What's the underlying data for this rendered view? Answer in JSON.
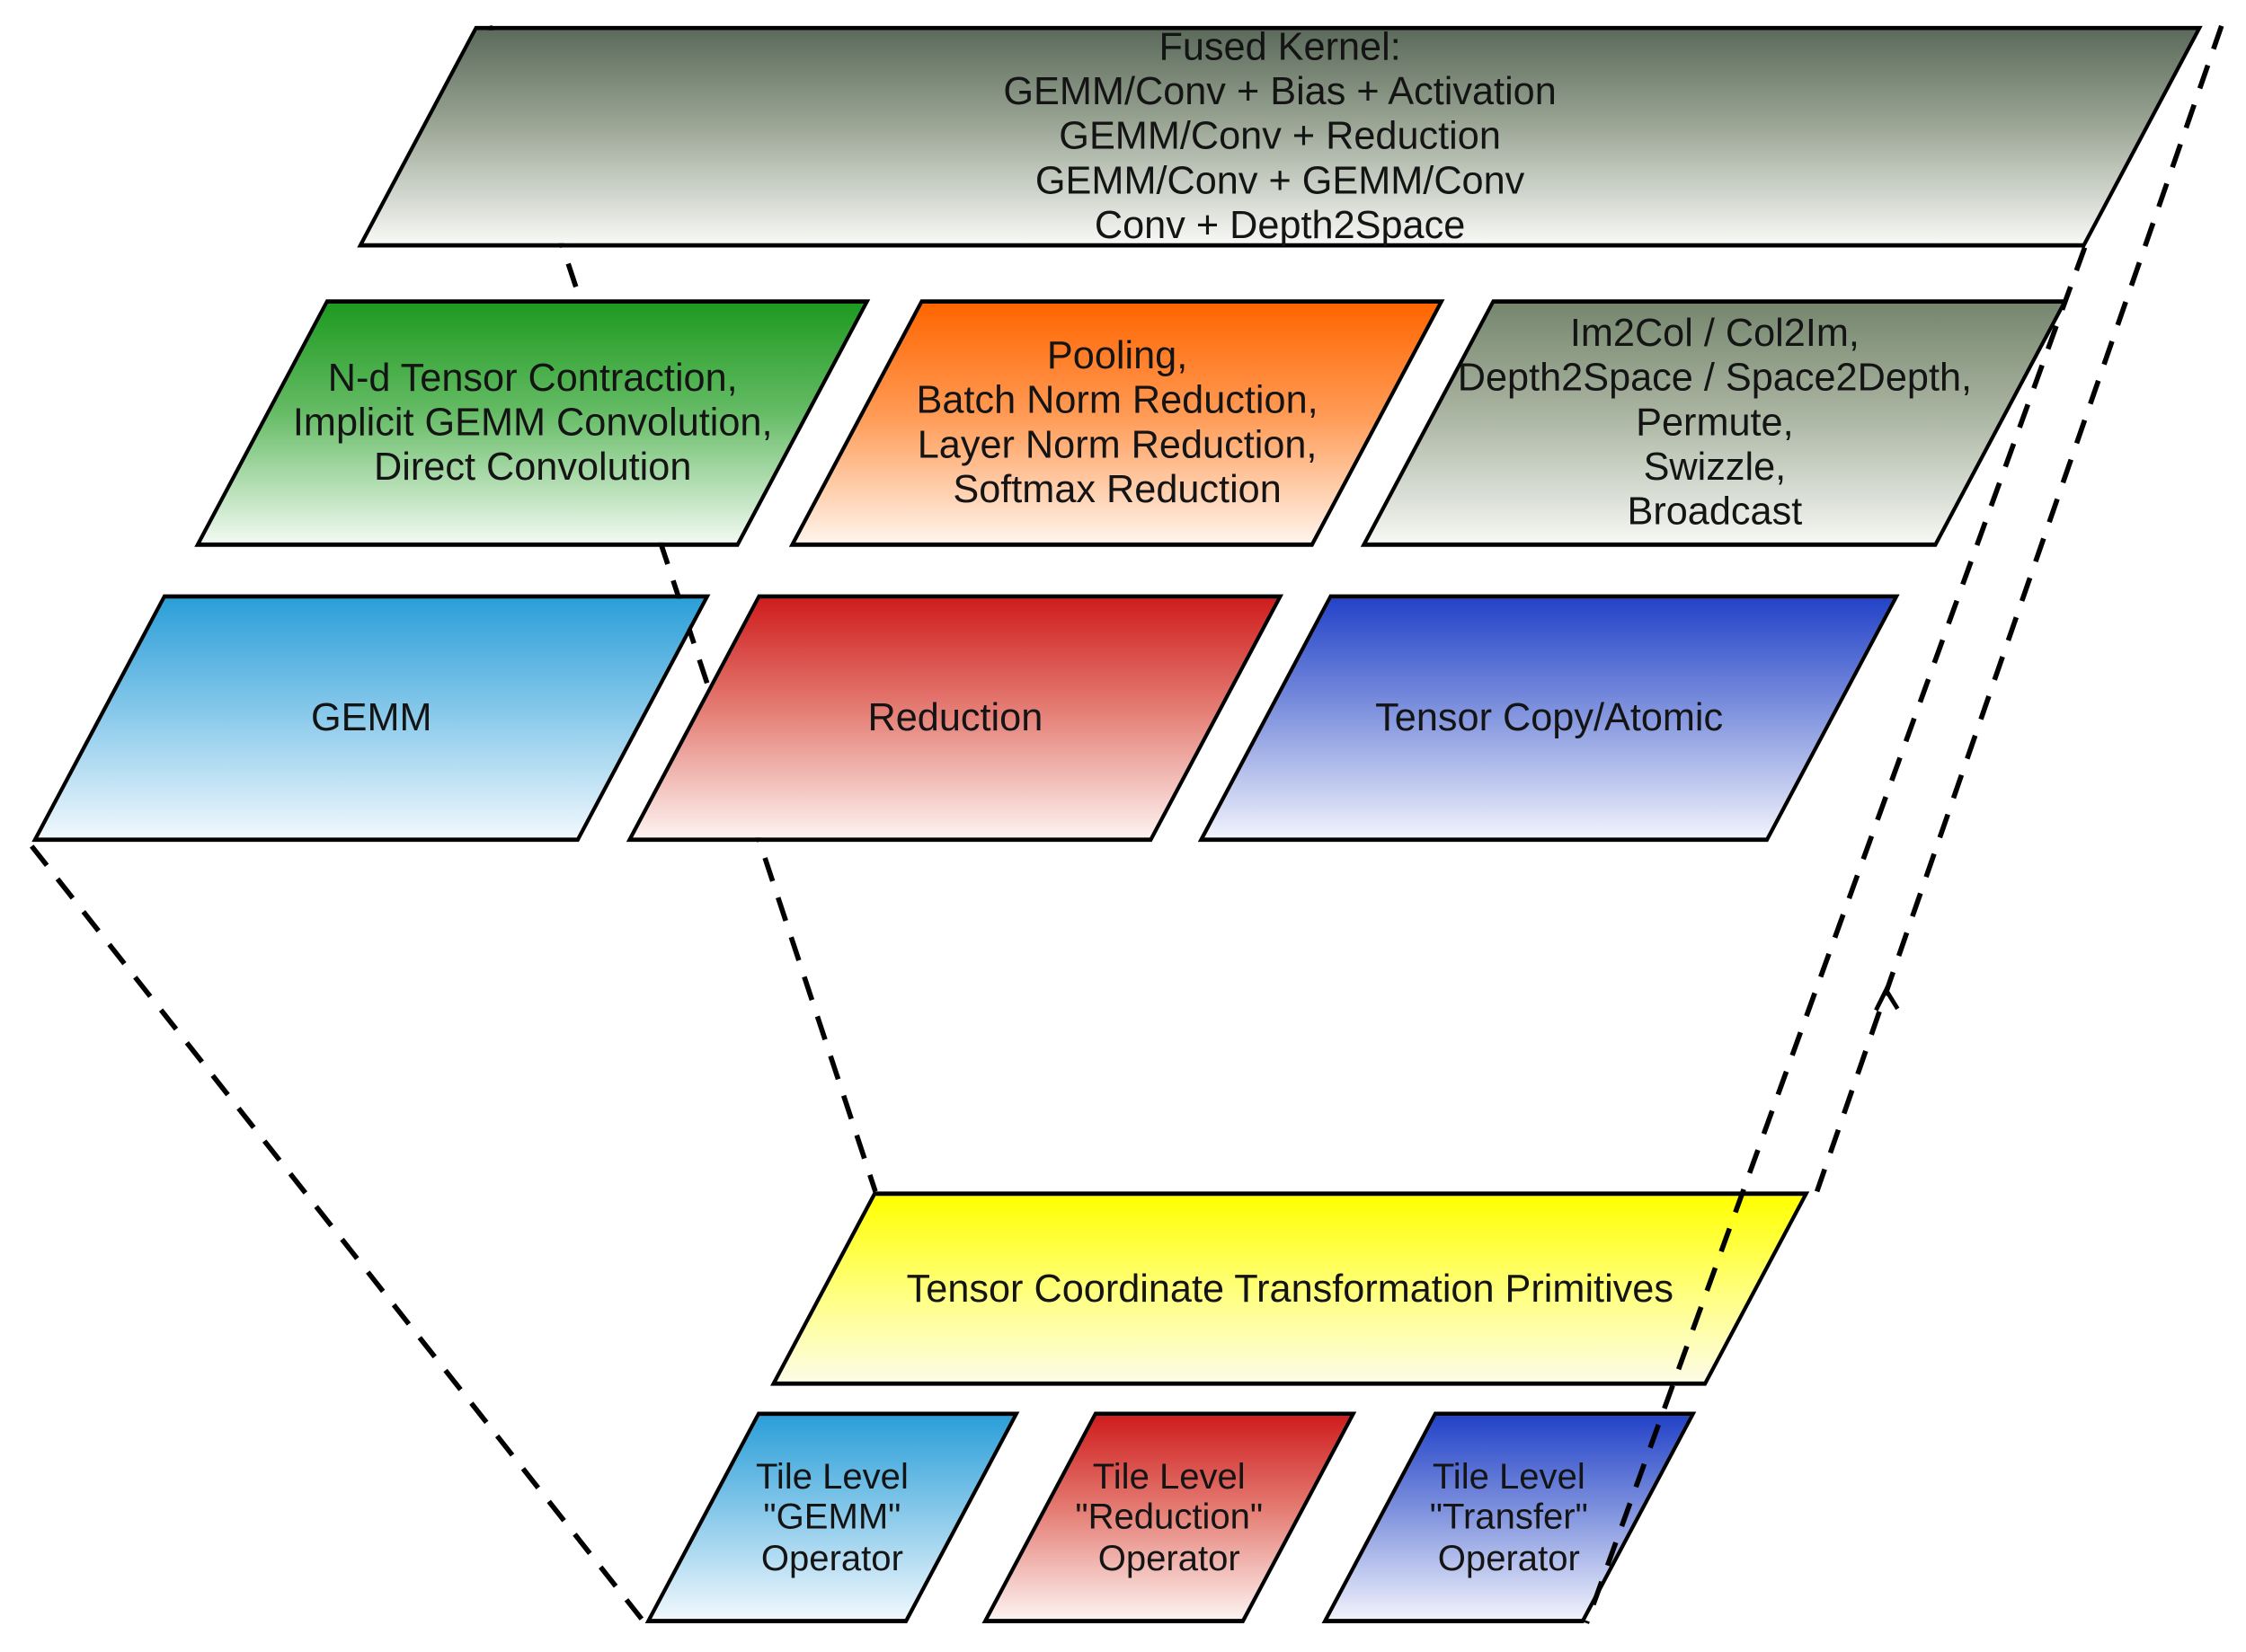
{
  "diagram_title": "Kernel / operator abstraction layer diagram",
  "colors": {
    "fused_top": "#5c6b5c",
    "fused_border": "#3f4d3a",
    "green_top": "#1e9a20",
    "green_border": "#0d7311",
    "orange_top": "#ff6500",
    "orange_border": "#d04e00",
    "olive_top": "#76876e",
    "olive_border": "#3f4d3a",
    "light_blue_top": "#2b9fd8",
    "light_blue_border": "#15639c",
    "red_top": "#cf1d1d",
    "red_border": "#8b0d0d",
    "royal_blue_top": "#2343c8",
    "royal_blue_border": "#121f86",
    "yellow_top": "#ffff00",
    "yellow_border": "#97a6c6",
    "dashed_line": "#000000",
    "text": "#141414"
  },
  "shapes": {
    "fused": {
      "lines": [
        "Fused Kernel:",
        "GEMM/Conv + Bias + Activation",
        "GEMM/Conv + Reduction",
        "GEMM/Conv + GEMM/Conv",
        "Conv + Depth2Space"
      ]
    },
    "contraction": {
      "lines": [
        "N-d Tensor Contraction,",
        "Implicit GEMM Convolution,",
        "Direct Convolution"
      ]
    },
    "pooling": {
      "lines": [
        "Pooling,",
        "Batch Norm Reduction,",
        "Layer Norm Reduction,",
        "Softmax Reduction"
      ]
    },
    "layout_ops": {
      "lines": [
        "Im2Col / Col2Im,",
        "Depth2Space / Space2Depth,",
        "Permute,",
        "Swizzle,",
        "Broadcast"
      ]
    },
    "gemm": {
      "label": "GEMM"
    },
    "reduction": {
      "label": "Reduction"
    },
    "tensor_copy": {
      "label": "Tensor Copy/Atomic"
    },
    "coord_transform": {
      "label": "Tensor Coordinate Transformation Primitives"
    },
    "tile_gemm": {
      "lines": [
        "Tile Level",
        "\"GEMM\"",
        "Operator"
      ]
    },
    "tile_reduction": {
      "lines": [
        "Tile Level",
        "\"Reduction\"",
        "Operator"
      ]
    },
    "tile_transfer": {
      "lines": [
        "Tile Level",
        "\"Transfer\"",
        "Operator"
      ]
    }
  }
}
